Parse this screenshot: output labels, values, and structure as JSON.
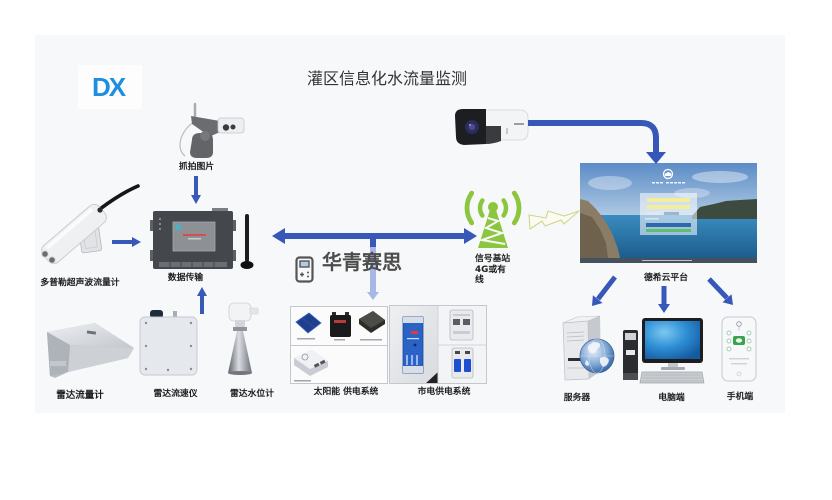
{
  "diagram": {
    "title": "灌区信息化水流量监测",
    "logo": {
      "text": "DX",
      "icon": "company-logo"
    },
    "watermark": {
      "icon": "handheld-device-icon",
      "text": "华青赛思"
    },
    "nodes": {
      "capture_camera": {
        "label": "抓拍图片",
        "icon": "ptz-camera-icon"
      },
      "data_transmission": {
        "label": "数据传输",
        "icon": "rtu-gateway-icon",
        "accessory_icon": "antenna-icon"
      },
      "ultrasonic_flowmeter": {
        "label": "多普勒超声波流量计",
        "icon": "ultrasonic-sensor-icon"
      },
      "radar_flowmeter": {
        "label": "雷达流量计",
        "icon": "radar-flowmeter-icon"
      },
      "radar_velocimeter": {
        "label": "雷达流速仪",
        "icon": "radar-velocimeter-icon"
      },
      "radar_level_gauge": {
        "label": "雷达水位计",
        "icon": "radar-level-gauge-icon"
      },
      "solar_power_system": {
        "label": "太阳能 供电系统",
        "components": [
          "solar-panel-icon",
          "battery-icon",
          "charge-controller-icon",
          "power-supply-icon"
        ]
      },
      "mains_power_system": {
        "label": "市电供电系统",
        "components": [
          "din-rail-psu-icon",
          "surge-protector-icon",
          "circuit-breaker-icon"
        ]
      },
      "signal_station": {
        "label_lines": [
          "信号基站",
          "4G或有",
          "线"
        ],
        "icon": "signal-tower-icon"
      },
      "video_camera": {
        "icon": "bullet-camera-icon"
      },
      "cloud_platform": {
        "label": "德希云平台",
        "icon": "platform-login-screenshot"
      },
      "server": {
        "label": "服务器",
        "icon": "server-globe-icon"
      },
      "pc_client": {
        "label": "电脑端",
        "icon": "desktop-computer-icon"
      },
      "mobile_client": {
        "label": "手机端",
        "icon": "mobile-phone-icon"
      }
    },
    "edges": [
      {
        "from": "capture_camera",
        "to": "data_transmission"
      },
      {
        "from": "ultrasonic_flowmeter",
        "to": "data_transmission"
      },
      {
        "from": "radar_sensors",
        "to": "data_transmission"
      },
      {
        "from": "data_transmission",
        "to": "signal_station",
        "bidirectional": true
      },
      {
        "from": "data_link",
        "to": "power_supply_systems"
      },
      {
        "from": "signal_station",
        "to": "cloud_platform",
        "style": "wireless"
      },
      {
        "from": "video_camera",
        "to": "cloud_platform"
      },
      {
        "from": "cloud_platform",
        "to": "server"
      },
      {
        "from": "cloud_platform",
        "to": "pc_client"
      },
      {
        "from": "cloud_platform",
        "to": "mobile_client"
      }
    ]
  },
  "colors": {
    "arrow": "#3757b9",
    "arrow_faded": "#a8b7e3",
    "signal_tower": "#8cc63f",
    "logo": "#1e8fe0",
    "panel_background": "#f7f8f9",
    "watermark": "#4d4d4d"
  }
}
